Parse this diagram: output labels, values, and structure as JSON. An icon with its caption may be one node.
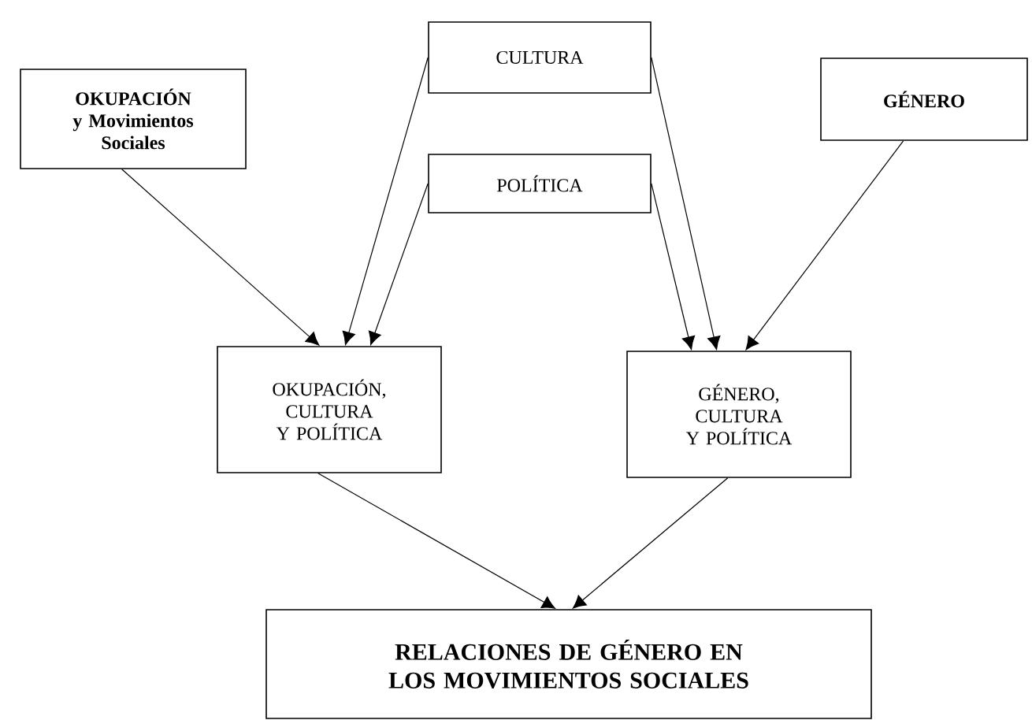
{
  "diagram": {
    "nodes": [
      {
        "text": [
          "OKUPACIÓN y Movimientos Sociales"
        ]
      },
      {
        "text": [
          "CULTURA"
        ]
      },
      {
        "text": [
          "GÉNERO"
        ]
      },
      {
        "text": [
          "POLÍTICA"
        ]
      },
      {
        "text": [
          "OKUPACIÓN, CULTURA Y POLÍTICA"
        ]
      },
      {
        "text": [
          "GÉNERO, CULTURA Y POLÍTICA"
        ]
      },
      {
        "text": [
          "RELACIONES DE GÉNERO EN LOS MOVIMIENTOS SOCIALES"
        ]
      }
    ],
    "edges": [
      {
        "from": 0,
        "to": 4,
        "arrow": "to"
      },
      {
        "from": 1,
        "to": 4,
        "arrow": "to"
      },
      {
        "from": 3,
        "to": 4,
        "arrow": "to"
      },
      {
        "from": 1,
        "to": 5,
        "arrow": "to"
      },
      {
        "from": 3,
        "to": 5,
        "arrow": "to"
      },
      {
        "from": 2,
        "to": 5,
        "arrow": "to"
      },
      {
        "from": 4,
        "to": 6,
        "arrow": "to"
      },
      {
        "from": 5,
        "to": 6,
        "arrow": "to"
      }
    ]
  }
}
